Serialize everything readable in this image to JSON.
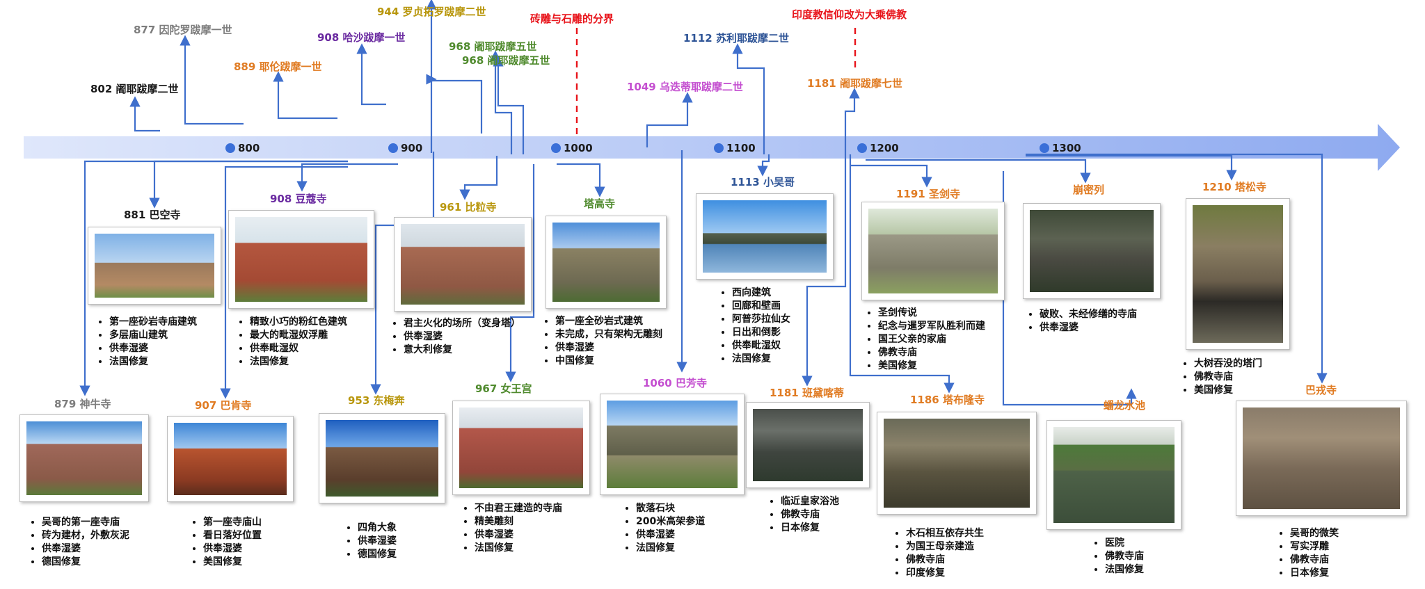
{
  "colors": {
    "blue": "#3f6fcc",
    "timeline": "#a9bff0",
    "red": "#e8141b",
    "gray": "#7d7d7d",
    "purple": "#6a2aa0",
    "orange": "#e07b22",
    "green": "#4f8a2d",
    "olive": "#b8960c",
    "pink": "#c44fd0",
    "navy": "#2f5597",
    "black": "#1a1a1a"
  },
  "years": [
    "800",
    "900",
    "1000",
    "1100",
    "1200",
    "1300"
  ],
  "notes": {
    "sandstone_divide": "砖雕与石雕的分界",
    "mahayana": "印度教信仰改为大乘佛教"
  },
  "kings": [
    {
      "id": "jayavarman2",
      "label": "802 阇耶跋摩二世",
      "color": "black"
    },
    {
      "id": "indravarman1",
      "label": "877 因陀罗跋摩一世",
      "color": "gray"
    },
    {
      "id": "yasovarman1",
      "label": "889 耶伦跋摩一世",
      "color": "orange"
    },
    {
      "id": "harshavarman1",
      "label": "908 哈沙跋摩一世",
      "color": "purple"
    },
    {
      "id": "rajendravarman2",
      "label": "944 罗贞拓罗跋摩二世",
      "color": "olive"
    },
    {
      "id": "jayavarman5a",
      "label": "968 阇耶跋摩五世",
      "color": "green"
    },
    {
      "id": "jayavarman5b",
      "label": "968 阇耶跋摩五世",
      "color": "green"
    },
    {
      "id": "udayadityavarman2",
      "label": "1049 乌迭蒂耶跋摩二世",
      "color": "pink"
    },
    {
      "id": "suryavarman2",
      "label": "1112 苏利耶跋摩二世",
      "color": "navy"
    },
    {
      "id": "jayavarman7",
      "label": "1181 阇耶跋摩七世",
      "color": "orange"
    }
  ],
  "temples": [
    {
      "id": "bakong",
      "title": "881 巴空寺",
      "color": "black",
      "bullets": [
        "第一座砂岩寺庙建筑",
        "多层庙山建筑",
        "供奉湿婆",
        "法国修复"
      ]
    },
    {
      "id": "prasat-kravan",
      "title": "908 豆蔻寺",
      "color": "purple",
      "bullets": [
        "精致小巧的粉红色建筑",
        "最大的毗湿奴浮雕",
        "供奉毗湿奴",
        "法国修复"
      ]
    },
    {
      "id": "pre-rup",
      "title": "961 比粒寺",
      "color": "olive",
      "bullets": [
        "君主火化的场所（变身塔）",
        "供奉湿婆",
        "意大利修复"
      ]
    },
    {
      "id": "ta-keo",
      "title": "塔高寺",
      "color": "green",
      "bullets": [
        "第一座全砂岩式建筑",
        "未完成，只有架构无雕刻",
        "供奉湿婆",
        "中国修复"
      ]
    },
    {
      "id": "angkor-wat",
      "title": "1113 小吴哥",
      "color": "navy",
      "bullets": [
        "西向建筑",
        "回廊和壁画",
        "阿普莎拉仙女",
        "日出和倒影",
        "供奉毗湿奴",
        "法国修复"
      ]
    },
    {
      "id": "preah-khan",
      "title": "1191 圣剑寺",
      "color": "orange",
      "bullets": [
        "圣剑传说",
        "纪念与暹罗军队胜利而建",
        "国王父亲的家庙",
        "佛教寺庙",
        "美国修复"
      ]
    },
    {
      "id": "beng-mealea",
      "title": "崩密列",
      "color": "orange",
      "bullets": [
        "破败、未经修缮的寺庙",
        "供奉湿婆"
      ]
    },
    {
      "id": "som-mean",
      "title": "1210 塔松寺",
      "color": "orange",
      "bullets": [
        "大树吞没的塔门",
        "佛教寺庙",
        "美国修复"
      ]
    },
    {
      "id": "preah-ko",
      "title": "879 神牛寺",
      "color": "gray",
      "bullets": [
        "吴哥的第一座寺庙",
        "砖为建材，外敷灰泥",
        "供奉湿婆",
        "德国修复"
      ]
    },
    {
      "id": "bakheng",
      "title": "907  巴肯寺",
      "color": "orange",
      "bullets": [
        "第一座寺庙山",
        "看日落好位置",
        "供奉湿婆",
        "美国修复"
      ]
    },
    {
      "id": "east-mebon",
      "title": "953 东梅奔",
      "color": "olive",
      "bullets": [
        "四角大象",
        "供奉湿婆",
        "德国修复"
      ]
    },
    {
      "id": "banteay-srei",
      "title": "967 女王宫",
      "color": "green",
      "bullets": [
        "不由君王建造的寺庙",
        "精美雕刻",
        "供奉湿婆",
        "法国修复"
      ]
    },
    {
      "id": "baphuon",
      "title": "1060 巴芳寺",
      "color": "pink",
      "bullets": [
        "散落石块",
        "200米高架参道",
        "供奉湿婆",
        "法国修复"
      ]
    },
    {
      "id": "banteay-kdei",
      "title": "1181 班黛喀蒂",
      "color": "orange",
      "bullets": [
        "临近皇家浴池",
        "佛教寺庙",
        "日本修复"
      ]
    },
    {
      "id": "ta-prohm",
      "title": "1186 塔布隆寺",
      "color": "orange",
      "bullets": [
        "木石相互依存共生",
        "为国王母亲建造",
        "佛教寺庙",
        "印度修复"
      ]
    },
    {
      "id": "neak-pean",
      "title": "蟠龙水池",
      "color": "orange",
      "bullets": [
        "医院",
        "佛教寺庙",
        "法国修复"
      ]
    },
    {
      "id": "bayon",
      "title": "巴戎寺",
      "color": "orange",
      "bullets": [
        "吴哥的微笑",
        "写实浮雕",
        "佛教寺庙",
        "日本修复"
      ]
    }
  ]
}
